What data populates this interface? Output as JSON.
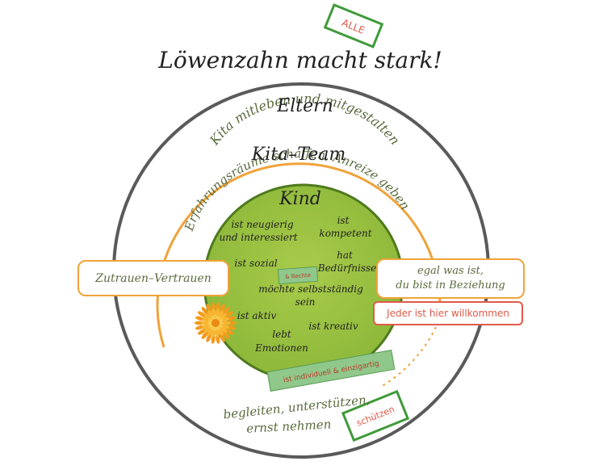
{
  "title": "Löwenzahn macht stark!",
  "stamp_alle": "ALLE",
  "rings": {
    "eltern": {
      "label": "Eltern",
      "text": "Kita mitleben und mitgestalten"
    },
    "team": {
      "label": "Kita–Team",
      "text": "Erfahrungsräume schaffen, Anreize geben"
    },
    "kind": {
      "label": "Kind"
    }
  },
  "kind_traits": [
    "ist neugierig",
    "und interessiert",
    "ist",
    "kompetent",
    "ist sozial",
    "hat",
    "Bedürfnisse",
    "möchte selbstständig",
    "sein",
    "ist aktiv",
    "ist kreativ",
    "lebt",
    "Emotionen"
  ],
  "sticker_rechte": "& Rechte",
  "sticker_individuell": "ist individuell & einzigartig",
  "box_left": "Zutrauen–Vertrauen",
  "box_right_lines": [
    "egal was ist,",
    "du bist in Beziehung"
  ],
  "box_welcome": "Jeder ist hier willkommen",
  "bottom_lines": [
    "begleiten, unterstützen,",
    "ernst nehmen"
  ],
  "stamp_schuetzen": "schützen",
  "colors": {
    "green_fill": "#9bbf3e",
    "green_dark": "#4e7a1e",
    "orange": "#f0a23a",
    "gray_ring": "#5a5a5a",
    "red_text": "#e05a4a",
    "sticker_green": "#8fc88a"
  }
}
